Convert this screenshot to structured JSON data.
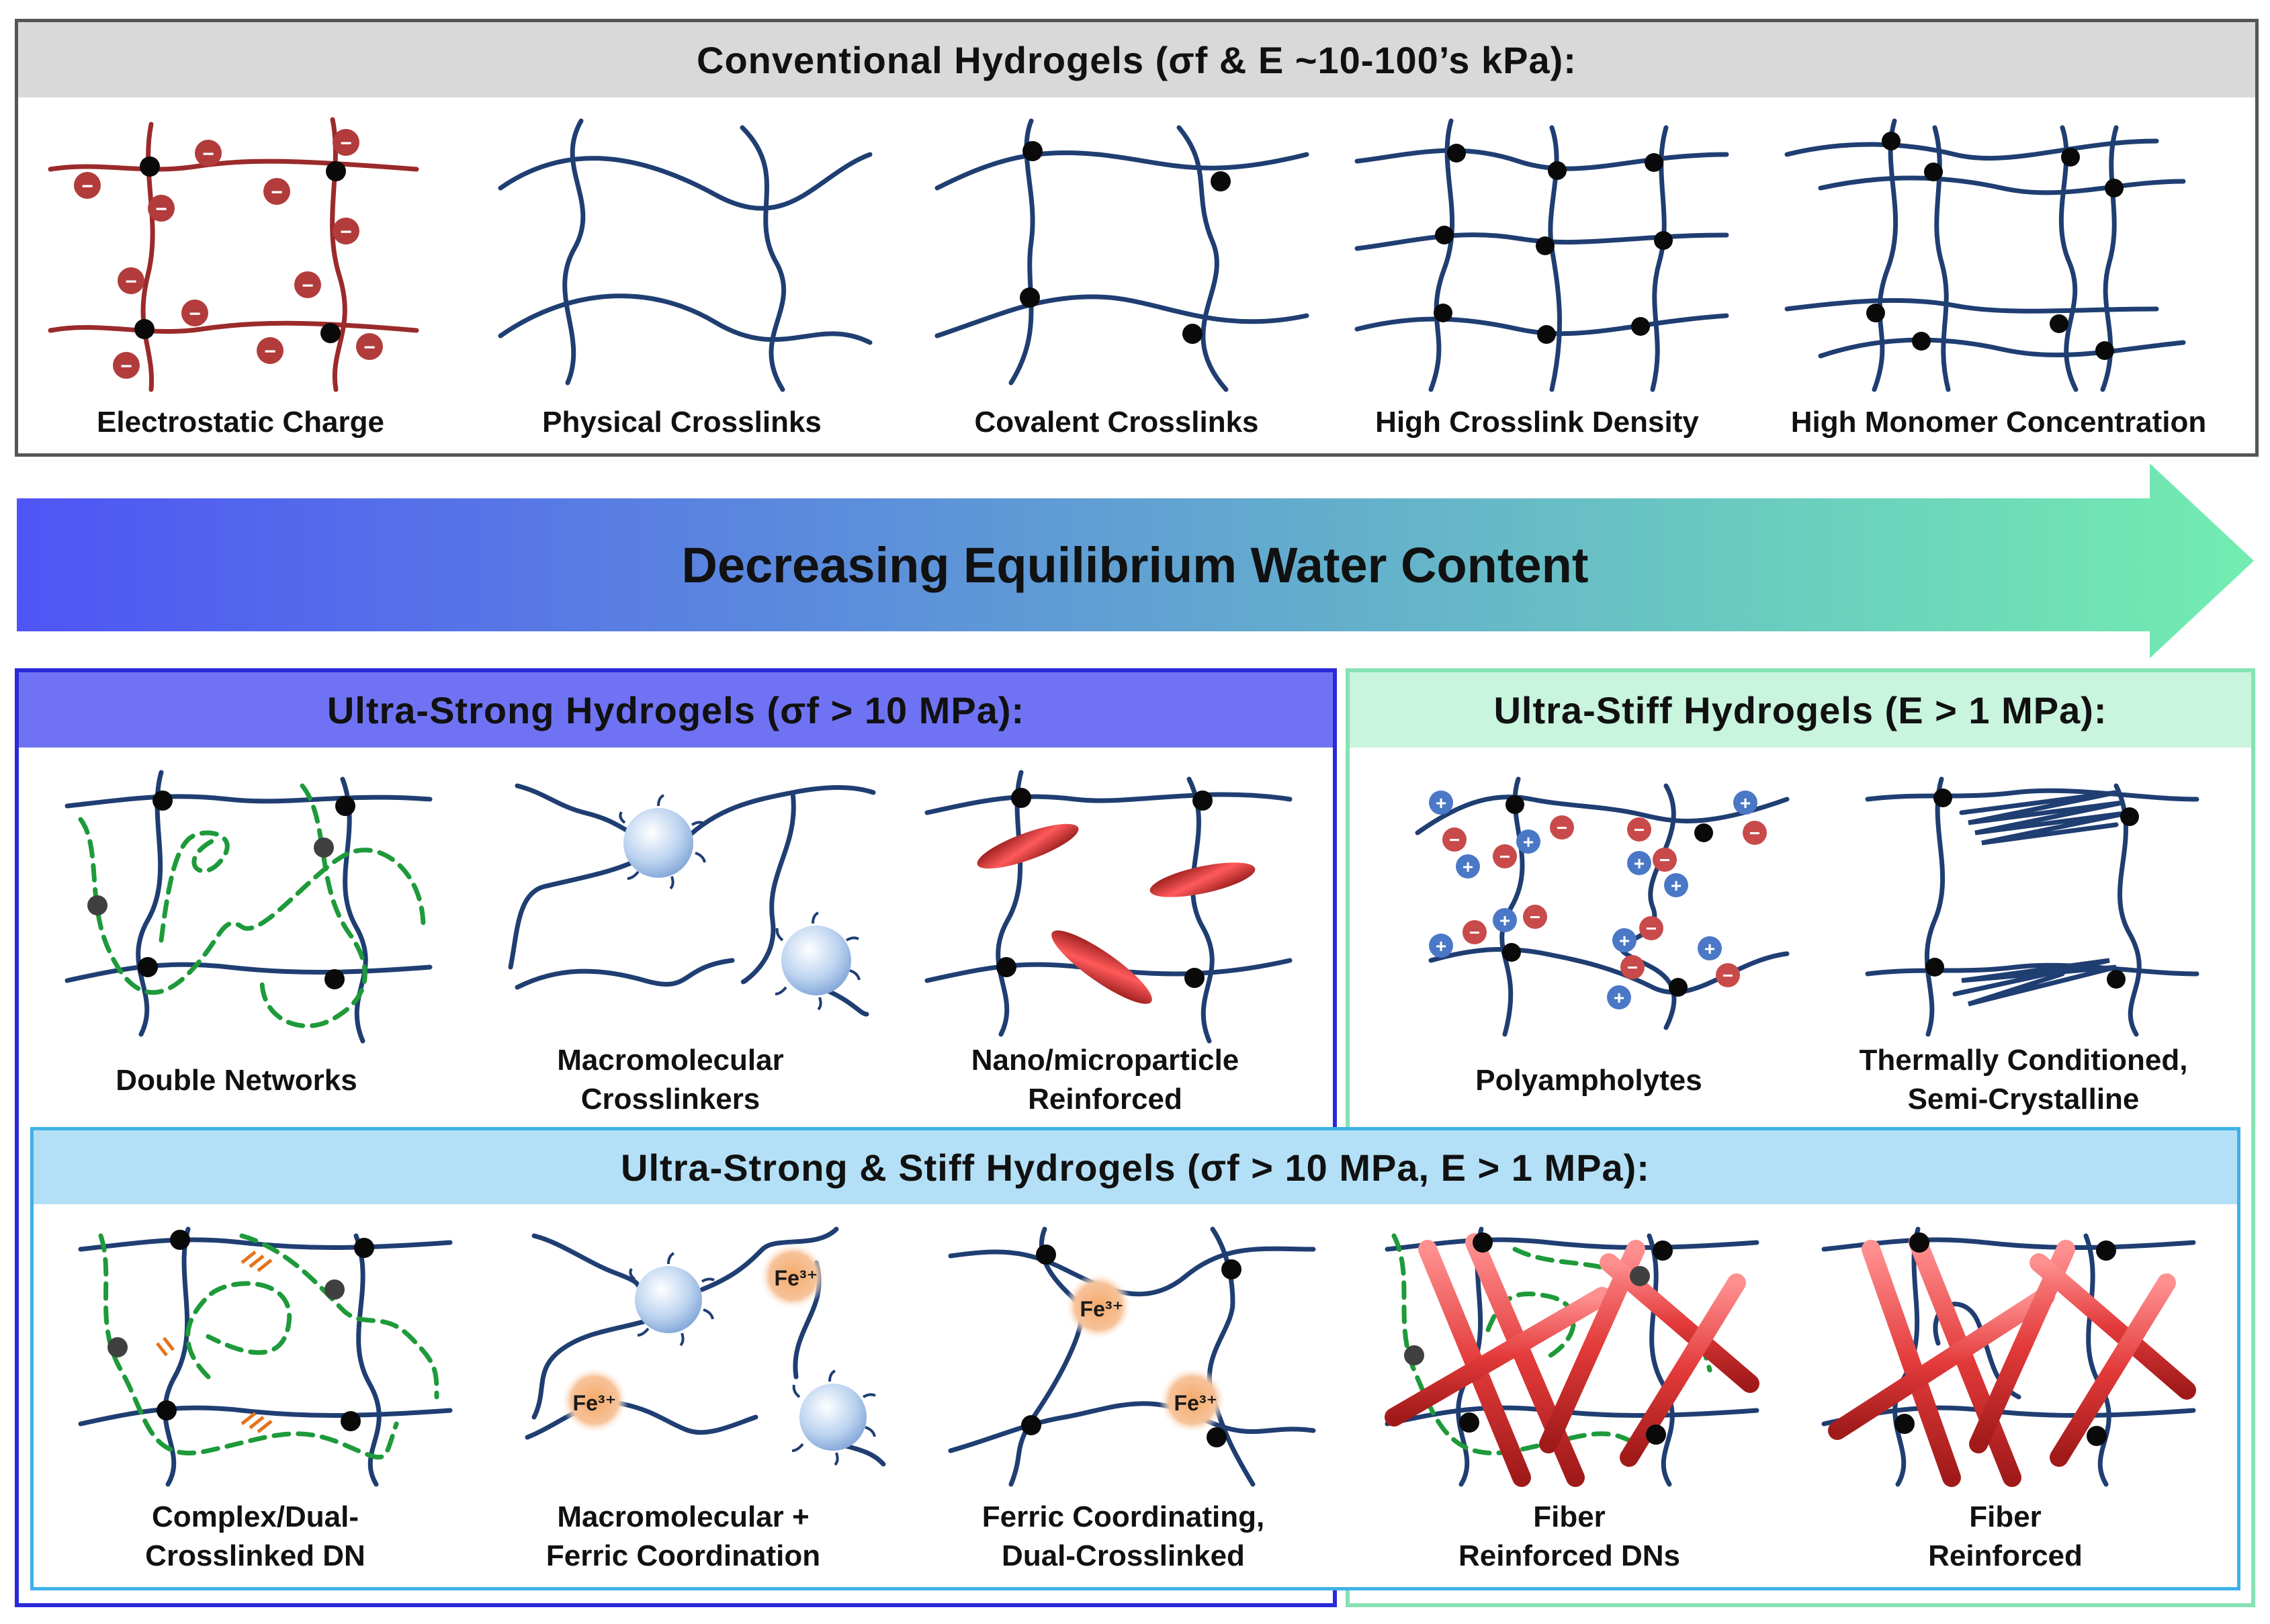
{
  "conventional": {
    "title": "Conventional Hydrogels (σf & E ~10-100’s kPa):",
    "labels": [
      "Electrostatic Charge",
      "Physical Crosslinks",
      "Covalent Crosslinks",
      "High Crosslink Density",
      "High Monomer Concentration"
    ]
  },
  "arrow": {
    "text": "Decreasing Equilibrium Water Content",
    "colors": [
      "#4f55f5",
      "#72edb0"
    ]
  },
  "ultra_strong": {
    "title": "Ultra-Strong Hydrogels (σf > 10 MPa):",
    "labels": [
      [
        "Double Networks"
      ],
      [
        "Macromolecular",
        "Crosslinkers"
      ],
      [
        "Nano/microparticle",
        "Reinforced"
      ]
    ]
  },
  "ultra_stiff": {
    "title": "Ultra-Stiff Hydrogels (E > 1 MPa):",
    "labels": [
      [
        "Polyampholytes"
      ],
      [
        "Thermally Conditioned,",
        "Semi-Crystalline"
      ]
    ]
  },
  "strong_stiff": {
    "title": "Ultra-Strong & Stiff Hydrogels (σf > 10 MPa, E > 1 MPa):",
    "labels": [
      [
        "Complex/Dual-",
        "Crosslinked DN"
      ],
      [
        "Macromolecular +",
        "Ferric Coordination"
      ],
      [
        "Ferric Coordinating,",
        "Dual-Crosslinked"
      ],
      [
        "Fiber",
        "Reinforced DNs"
      ],
      [
        "Fiber",
        "Reinforced"
      ]
    ]
  },
  "symbols": {
    "minus": "−",
    "plus": "+",
    "fe": "Fe³⁺"
  },
  "colors": {
    "network": "#1f3e72",
    "charged_network": "#9b2a2a",
    "secondary_network": "#1e9a3a",
    "strong_border": "#2a2ad8",
    "strong_header": "#6f73f3",
    "stiff_border": "#86e2b4",
    "stiff_header": "#c9f4dd",
    "combo_border": "#3fb2e6",
    "combo_header": "#b3e0f6",
    "conventional_header": "#d9d9d9"
  }
}
